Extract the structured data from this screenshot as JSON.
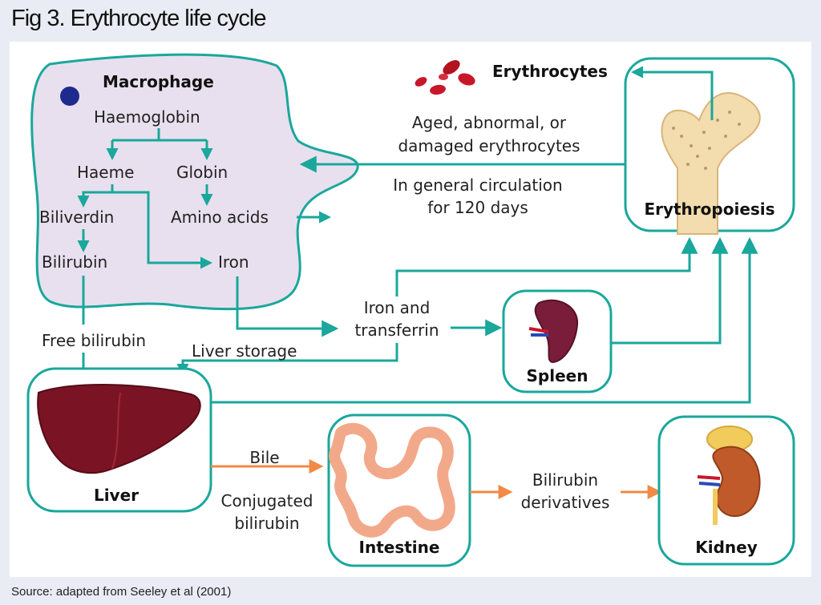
{
  "title": "Fig 3. Erythrocyte life cycle",
  "source": "Source: adapted from Seeley et al (2001)",
  "colors": {
    "teal": "#1aa79c",
    "orange": "#f08a44",
    "macrophage_fill": "#e8e0ee",
    "liver": "#7a1424",
    "background": "#e9ecf4"
  },
  "nodes": {
    "macrophage": "Macrophage",
    "erythrocytes": "Erythrocytes",
    "erythropoiesis": "Erythropoiesis",
    "spleen": "Spleen",
    "liver": "Liver",
    "intestine": "Intestine",
    "kidney": "Kidney"
  },
  "labels": {
    "haemoglobin": "Haemoglobin",
    "haeme": "Haeme",
    "globin": "Globin",
    "biliverdin": "Biliverdin",
    "amino_acids": "Amino acids",
    "bilirubin": "Bilirubin",
    "iron": "Iron",
    "aged_1": "Aged, abnormal, or",
    "aged_2": "damaged erythrocytes",
    "circ_1": "In general circulation",
    "circ_2": "for 120 days",
    "iron_transferrin_1": "Iron and",
    "iron_transferrin_2": "transferrin",
    "free_bilirubin": "Free bilirubin",
    "liver_storage": "Liver storage",
    "bile": "Bile",
    "conjugated_1": "Conjugated",
    "conjugated_2": "bilirubin",
    "derivatives_1": "Bilirubin",
    "derivatives_2": "derivatives"
  },
  "icons": [
    "red-blood-cell-icon",
    "bone-icon",
    "spleen-icon",
    "liver-icon",
    "intestine-icon",
    "kidney-icon",
    "nucleus-icon"
  ]
}
